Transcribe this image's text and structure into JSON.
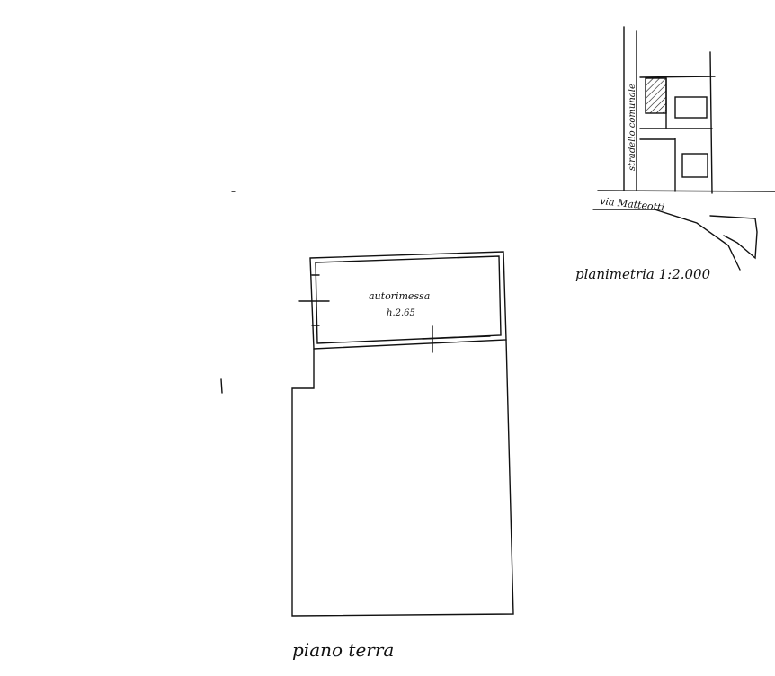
{
  "site_plan": {
    "street_side": "stradello comunale",
    "street_main": "via Matteotti",
    "caption": "planimetria 1:2.000"
  },
  "floor_plan": {
    "room_name": "autorimessa",
    "room_height": "h.2.65",
    "caption": "piano terra"
  }
}
